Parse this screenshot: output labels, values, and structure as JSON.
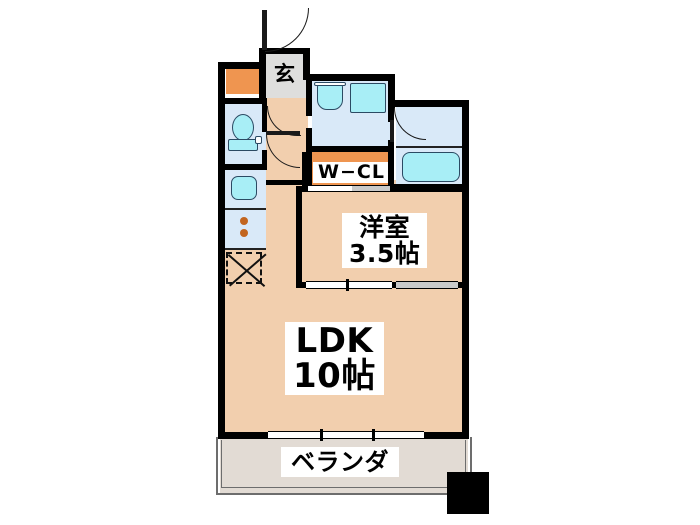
{
  "plan": {
    "type": "japanese-floor-plan",
    "layout_name": "1LDK",
    "rooms": [
      {
        "key": "ldk",
        "label": "LDK",
        "size_label": "10帖",
        "size_value": 10,
        "unit": "帖",
        "floor_color": "#f2cfae"
      },
      {
        "key": "washitsu",
        "label": "洋室",
        "size_label": "3.5帖",
        "size_value": 3.5,
        "unit": "帖",
        "floor_color": "#f2cfae"
      },
      {
        "key": "balcony",
        "label": "ベランダ",
        "size_label": "",
        "floor_color": "#e2dbd4"
      },
      {
        "key": "entrance",
        "label": "玄",
        "size_label": "",
        "floor_color": "#dededd"
      },
      {
        "key": "closet",
        "label": "W−CL",
        "size_label": "",
        "floor_color": "#ef9550"
      },
      {
        "key": "bath",
        "label": "",
        "size_label": "",
        "floor_color": "#d9e9f8"
      },
      {
        "key": "washroom",
        "label": "",
        "size_label": "",
        "floor_color": "#d9e9f8"
      },
      {
        "key": "toilet",
        "label": "",
        "size_label": "",
        "floor_color": "#d9e9f8"
      },
      {
        "key": "kitchen",
        "label": "",
        "size_label": "",
        "floor_color": "#d9e9f8"
      }
    ],
    "labels": {
      "ldk_name": "LDK",
      "ldk_area": "10帖",
      "room_name": "洋室",
      "room_area": "3.5帖",
      "balcony": "ベランダ",
      "entrance": "玄",
      "closet": "W−CL"
    },
    "fixtures": [
      {
        "name": "shoe-cabinet",
        "color": "#ef9550"
      },
      {
        "name": "toilet",
        "color": "#a8eef6"
      },
      {
        "name": "bathtub",
        "color": "#a8eef6"
      },
      {
        "name": "vanity-sink",
        "color": "#a8eef6"
      },
      {
        "name": "mirror-cabinet",
        "color": "#cdf1f8"
      },
      {
        "name": "kitchen-sink",
        "color": "#a8eef6"
      },
      {
        "name": "stove-burners",
        "color": "#c2651f"
      },
      {
        "name": "washer-space",
        "color": "#f2cfae"
      },
      {
        "name": "pipe-shaft",
        "color": "#000000"
      }
    ],
    "colors": {
      "wall": "#000000",
      "floor_living": "#f2cfae",
      "floor_balcony": "#e2dbd4",
      "wet_area": "#d9e9f8",
      "water_fixture": "#a8eef6",
      "closet_orange": "#ef9550",
      "entrance_gray": "#dededd",
      "background": "#ffffff"
    }
  }
}
